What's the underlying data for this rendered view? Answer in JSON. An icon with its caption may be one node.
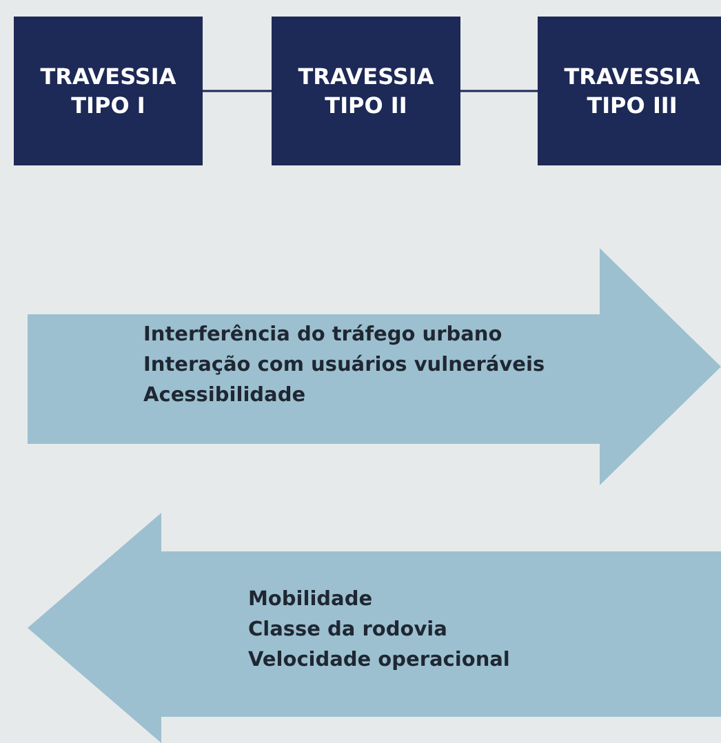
{
  "diagram": {
    "nodes": [
      {
        "text": [
          "TRAVESSIA TIPO I"
        ]
      },
      {
        "text": [
          "TRAVESSIA TIPO II"
        ]
      },
      {
        "text": [
          "TRAVESSIA TIPO III"
        ]
      },
      {
        "text": [
          "Interferência do tráfego urbano",
          "Interação com usuários vulneráveis",
          "Acessibilidade"
        ]
      },
      {
        "text": [
          "Mobilidade",
          "Classe da rodovia",
          "Velocidade operacional"
        ]
      }
    ],
    "edges": [
      {
        "from": 0,
        "to": 1,
        "arrow": "none"
      },
      {
        "from": 1,
        "to": 2,
        "arrow": "none"
      }
    ]
  }
}
